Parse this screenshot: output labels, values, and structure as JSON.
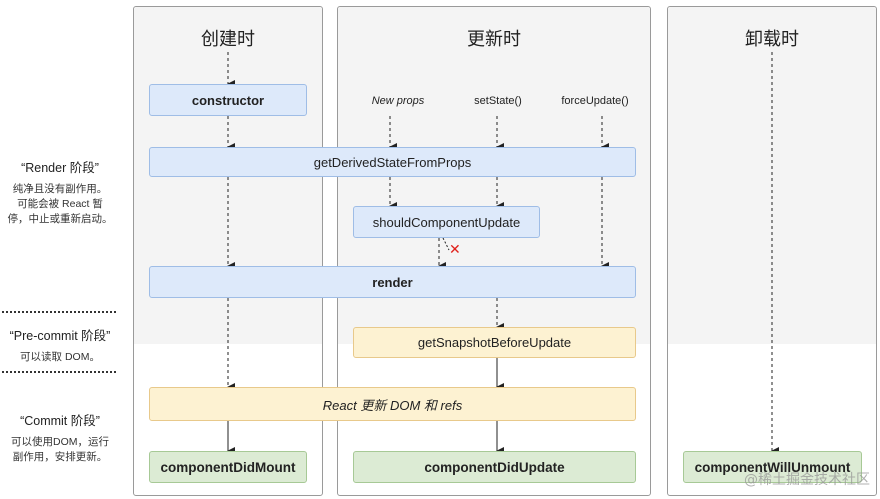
{
  "columns": {
    "mount": "创建时",
    "update": "更新时",
    "unmount": "卸载时"
  },
  "phases": {
    "render": {
      "title": "“Render 阶段”",
      "lines": [
        "纯净且没有副作用。",
        "可能会被 React 暂",
        "停，中止或重新启动。"
      ]
    },
    "precommit": {
      "title": "“Pre-commit 阶段”",
      "lines": [
        "可以读取 DOM。"
      ]
    },
    "commit": {
      "title": "“Commit 阶段”",
      "lines": [
        "可以使用DOM，运行",
        "副作用，安排更新。"
      ]
    }
  },
  "triggers": {
    "new_props": "New props",
    "set_state": "setState()",
    "force_update": "forceUpdate()"
  },
  "methods": {
    "constructor": "constructor",
    "get_derived_state": "getDerivedStateFromProps",
    "should_update": "shouldComponentUpdate",
    "render": "render",
    "snapshot": "getSnapshotBeforeUpdate",
    "react_updates": "React 更新 DOM 和 refs",
    "did_mount": "componentDidMount",
    "did_update": "componentDidUpdate",
    "will_unmount": "componentWillUnmount"
  },
  "cancel_mark": "✕",
  "watermark": "@稀土掘金技术社区",
  "colors": {
    "render_box": "#dde9fa",
    "precommit_box": "#fdf2d2",
    "commit_box": "#dcebd4",
    "cancel": "#e0201a"
  }
}
